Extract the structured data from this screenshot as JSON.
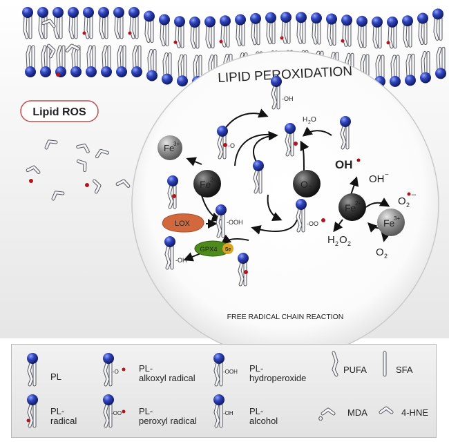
{
  "title": "LIPID PEROXIDATION",
  "subtitle": "FREE RADICAL CHAIN REACTION",
  "lipid_ros": "Lipid ROS",
  "species": {
    "fe3_a": "Fe",
    "fe3_a_sup": "3+",
    "fe2_a": "Fe",
    "fe2_a_sup": "2+",
    "fe2_b": "Fe",
    "fe2_b_sup": "2+",
    "fe3_b": "Fe",
    "fe3_b_sup": "3+",
    "o2_center": "O",
    "o2_center_sub": "2",
    "oh_radical": "OH",
    "oh_minus": "OH",
    "oh_minus_sup": "−",
    "o2_superoxide": "O",
    "o2_superoxide_sub": "2",
    "h2o2": "H",
    "h2o2_sub1": "2",
    "h2o2_mid": "O",
    "h2o2_sub2": "2",
    "o2_product": "O",
    "o2_product_sub": "2",
    "h2o": "H",
    "h2o_sub": "2",
    "h2o_tail": "O",
    "lox": "LOX",
    "gpx4": "GPX4",
    "se": "Se"
  },
  "group_labels": {
    "alkoxy": "-O",
    "hydroperoxide": "-OOH",
    "peroxyl": "-OO",
    "alcohol_top": "-OH",
    "alcohol_bottom": "-OH",
    "aldehyde": "O"
  },
  "legend": {
    "pl": "PL",
    "alkoxyl_1": "PL-",
    "alkoxyl_2": "alkoxyl radical",
    "hydroperoxide_1": "PL-",
    "hydroperoxide_2": "hydroperoxide",
    "pufa": "PUFA",
    "sfa": "SFA",
    "radical_1": "PL-",
    "radical_2": "radical",
    "peroxyl_1": "PL-",
    "peroxyl_2": "peroxyl radical",
    "alcohol_1": "PL-",
    "alcohol_2": "alcohol",
    "mda": "MDA",
    "hne": "4-HNE",
    "icon_o": "-O",
    "icon_ooh": "-OOH",
    "icon_oo": "-OO",
    "icon_oh": "-OH",
    "icon_aldehyde_o": "O"
  },
  "colors": {
    "head": "#2d3fa8",
    "tail": "#eef1f8",
    "radical_dot": "#b3141d",
    "lipid_ros_text": "#8a0f14",
    "oh_radical": "#9c1016",
    "lox": "#d2693e",
    "gpx4": "#4f8a1c",
    "se": "#d8a520",
    "iron_dark": "#3a3a3a",
    "iron_light": "#8e8e8e"
  }
}
